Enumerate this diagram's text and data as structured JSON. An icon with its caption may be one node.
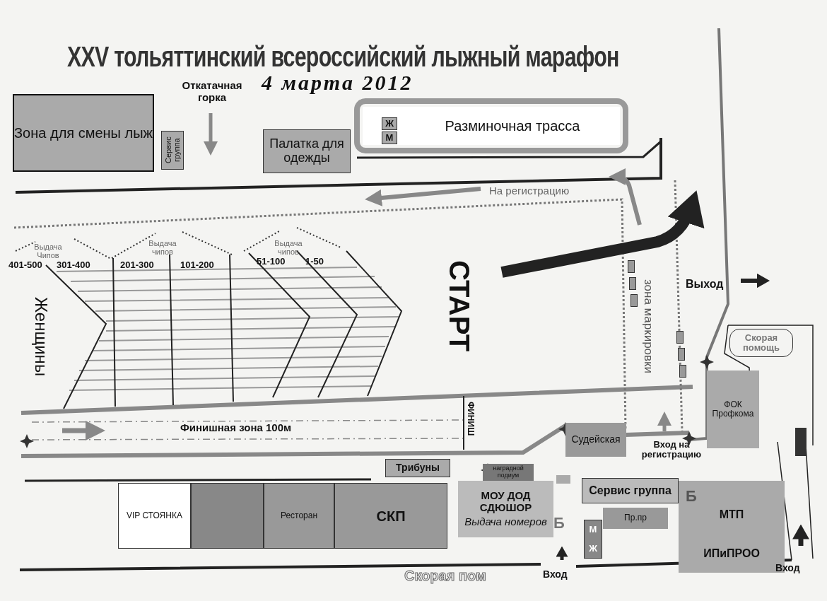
{
  "diagram": {
    "title": "XXV тольяттинский всероссийский лыжный марафон",
    "nodes": [
      {
        "text": [
          "Зона для смены лыж"
        ]
      },
      {
        "text": [
          "Сервис группа"
        ]
      },
      {
        "text": [
          "Палатка для одежды"
        ]
      },
      {
        "text": [
          "Разминочная трасса"
        ]
      },
      {
        "text": [
          "Ж"
        ],
        "in": 3
      },
      {
        "text": [
          "М"
        ],
        "in": 3
      },
      {
        "text": [],
        "shape": "box"
      },
      {
        "text": [],
        "shape": "box"
      },
      {
        "text": [],
        "shape": "box"
      },
      {
        "text": [
          "Скорая помощь"
        ]
      },
      {
        "text": [],
        "shape": "box"
      },
      {
        "text": [],
        "shape": "box"
      },
      {
        "text": [],
        "shape": "box"
      },
      {
        "text": [
          "ФОК Профкома"
        ]
      },
      {
        "text": [
          "Судейская"
        ]
      },
      {
        "text": [],
        "shape": "box"
      },
      {
        "text": [
          "Трибуны"
        ]
      },
      {
        "text": [
          "наградной подиум"
        ]
      },
      {
        "text": [],
        "shape": "box"
      },
      {
        "text": [
          "VIP СТОЯНКА"
        ]
      },
      {
        "text": [],
        "shape": "box"
      },
      {
        "text": [
          "Ресторан"
        ]
      },
      {
        "text": [
          "СКП"
        ]
      },
      {
        "text": [
          "МОУ ДОД СДЮШОР",
          "Выдача номеров"
        ]
      },
      {
        "text": [
          "Сервис группа"
        ]
      },
      {
        "text": [
          "Пр.пр"
        ]
      },
      {
        "text": [
          "М",
          "Ж"
        ]
      },
      {
        "text": [
          "МТП",
          "ИПиПРОО"
        ]
      }
    ],
    "labels": [
      "Откатачная горка",
      "4 марта 2012",
      "На регистрацию",
      "Выдача Чипов",
      "Выдача чипов",
      "Выдача чипов",
      "401-500",
      "301-400",
      "201-300",
      "101-200",
      "51-100",
      "1-50",
      "Женщины",
      "СТАРТ",
      "Выход",
      "зона маркировки",
      "Финишная зона 100м",
      "ФИНИШ",
      "Вход на регистрацию",
      "Б",
      "Б",
      "Скорая пом",
      "Вход",
      "Вход"
    ]
  }
}
